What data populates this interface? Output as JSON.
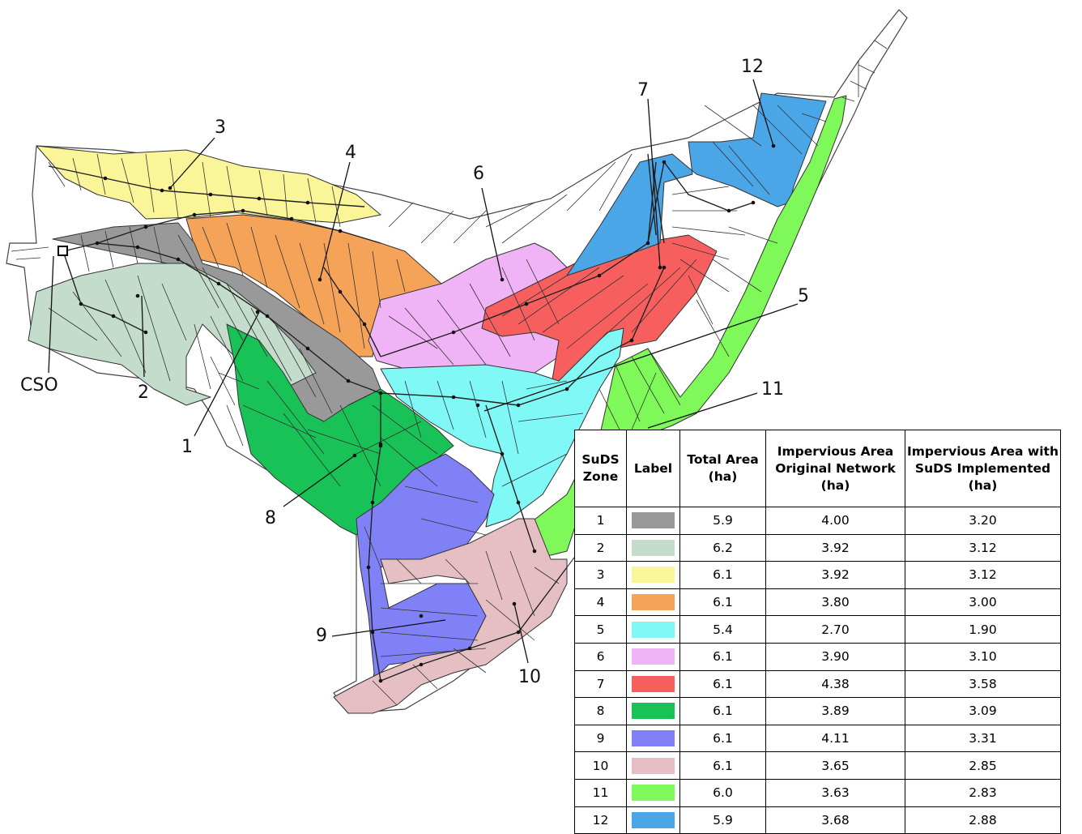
{
  "map": {
    "outlet_label": "CSO",
    "zone_callouts": [
      "1",
      "2",
      "3",
      "4",
      "5",
      "6",
      "7",
      "8",
      "9",
      "10",
      "11",
      "12"
    ]
  },
  "zones": [
    {
      "zone": "1",
      "color": "#999999",
      "total_area": "5.9",
      "imp_original": "4.00",
      "imp_suds": "3.20"
    },
    {
      "zone": "2",
      "color": "#c4dccb",
      "total_area": "6.2",
      "imp_original": "3.92",
      "imp_suds": "3.12"
    },
    {
      "zone": "3",
      "color": "#fbf59a",
      "total_area": "6.1",
      "imp_original": "3.92",
      "imp_suds": "3.12"
    },
    {
      "zone": "4",
      "color": "#f6a35a",
      "total_area": "6.1",
      "imp_original": "3.80",
      "imp_suds": "3.00"
    },
    {
      "zone": "5",
      "color": "#7ff8f6",
      "total_area": "5.4",
      "imp_original": "2.70",
      "imp_suds": "1.90"
    },
    {
      "zone": "6",
      "color": "#f0b3f5",
      "total_area": "6.1",
      "imp_original": "3.90",
      "imp_suds": "3.10"
    },
    {
      "zone": "7",
      "color": "#f75f5f",
      "total_area": "6.1",
      "imp_original": "4.38",
      "imp_suds": "3.58"
    },
    {
      "zone": "8",
      "color": "#19c257",
      "total_area": "6.1",
      "imp_original": "3.89",
      "imp_suds": "3.09"
    },
    {
      "zone": "9",
      "color": "#8181f7",
      "total_area": "6.1",
      "imp_original": "4.11",
      "imp_suds": "3.31"
    },
    {
      "zone": "10",
      "color": "#e6bfc4",
      "total_area": "6.1",
      "imp_original": "3.65",
      "imp_suds": "2.85"
    },
    {
      "zone": "11",
      "color": "#7ff85a",
      "total_area": "6.0",
      "imp_original": "3.63",
      "imp_suds": "2.83"
    },
    {
      "zone": "12",
      "color": "#4aa6e6",
      "total_area": "5.9",
      "imp_original": "3.68",
      "imp_suds": "2.88"
    }
  ],
  "table": {
    "headers": {
      "zone": "SuDS Zone",
      "label": "Label",
      "total_area": "Total Area (ha)",
      "imp_original": "Impervious Area Original Network (ha)",
      "imp_suds": "Impervious Area with SuDS Implemented (ha)"
    }
  }
}
